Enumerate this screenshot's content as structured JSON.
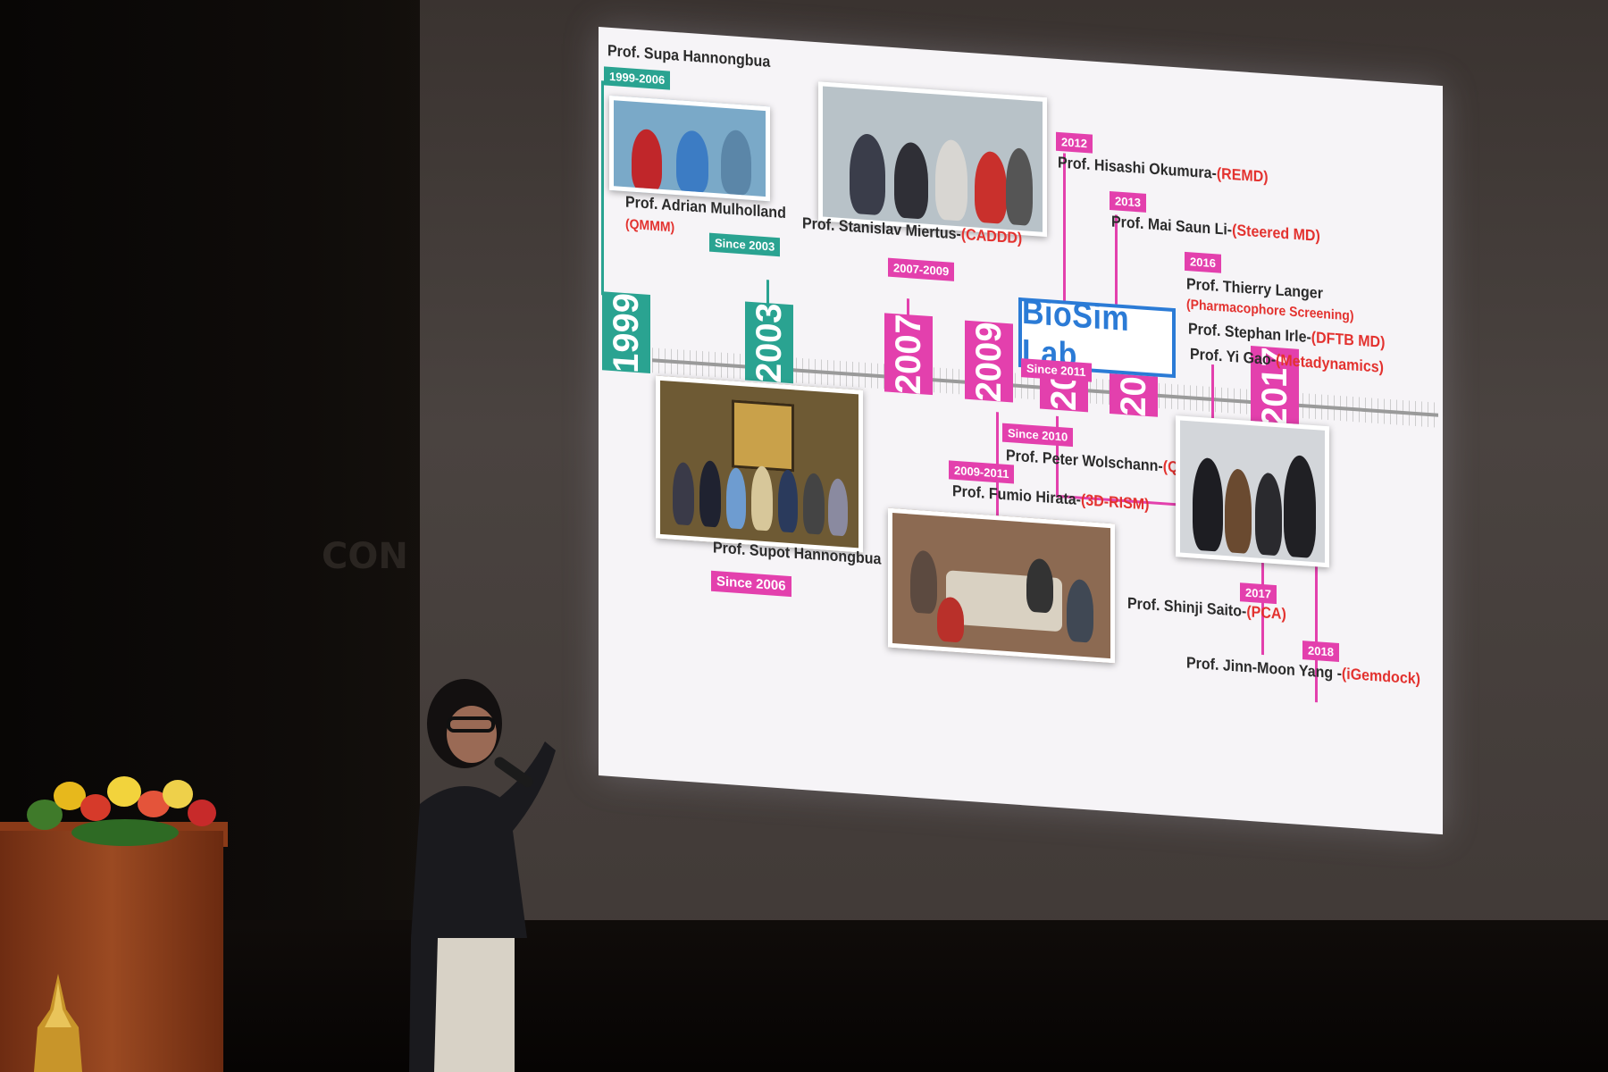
{
  "slide": {
    "lab_title": "BioSim Lab",
    "lab_since": "Since 2011",
    "years": [
      "1999",
      "2003",
      "2007",
      "2009",
      "2011",
      "2013",
      "2017"
    ],
    "entries": {
      "supa": {
        "name": "Prof. Supa Hannongbua",
        "period": "1999-2006"
      },
      "mulholland": {
        "name": "Prof. Adrian Mulholland",
        "tech": "(QMMM)",
        "period": "Since 2003"
      },
      "miertus": {
        "name": "Prof. Stanislav Miertus-",
        "tech": "(CADDD)",
        "period": "2007-2009"
      },
      "okumura": {
        "name": "Prof. Hisashi Okumura-",
        "tech": "(REMD)",
        "period": "2012"
      },
      "maisaunli": {
        "name": "Prof. Mai Saun Li-",
        "tech": "(Steered MD)",
        "period": "2013"
      },
      "langer": {
        "name": "Prof. Thierry Langer",
        "tech": "(Pharmacophore Screening)",
        "period": "2016"
      },
      "irle": {
        "name": "Prof. Stephan Irle-",
        "tech": "(DFTB MD)"
      },
      "gao": {
        "name": "Prof. Yi Gao-",
        "tech": "(Metadynamics)"
      },
      "wolschann": {
        "name": "Prof. Peter Wolschann-",
        "tech": "(QSAR)",
        "period": "Since 2010"
      },
      "hirata": {
        "name": "Prof. Fumio Hirata-",
        "tech": "(3D-RISM)",
        "period": "2009-2011"
      },
      "supot": {
        "name": "Prof. Supot Hannongbua",
        "period": "Since 2006"
      },
      "saito": {
        "name": "Prof. Shinji Saito-",
        "tech": "(PCA)",
        "period": "2017"
      },
      "yang": {
        "name": "Prof. Jinn-Moon Yang -",
        "tech": "(iGemdock)",
        "period": "2018"
      }
    }
  },
  "room": {
    "wall_sign_fragment": "CON"
  },
  "colors": {
    "teal": "#2aa391",
    "pink": "#e340ad",
    "blue": "#2b7bd6",
    "red": "#e3322f"
  }
}
